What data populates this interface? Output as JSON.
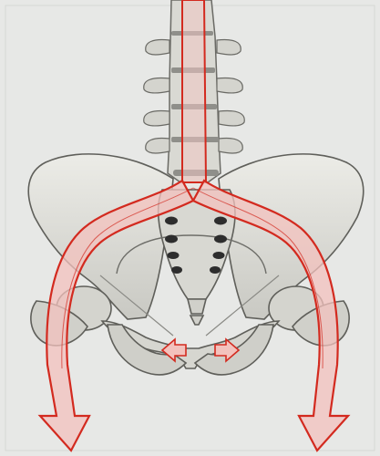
{
  "diagram": {
    "subject": "spine-and-pelvis",
    "colors": {
      "background": "#e7e8e6",
      "bone_fill": "#dcdcd6",
      "bone_dark": "#b9b9b3",
      "bone_outline": "#5f5f5a",
      "disc": "#8f8f8a",
      "foramen": "#2d2d2d",
      "arrow_fill": "#f3c2bd",
      "arrow_stroke": "#d32a1f"
    },
    "icons": [
      "load-path-arrow-left",
      "load-path-arrow-right",
      "compression-arrow-pair"
    ]
  }
}
